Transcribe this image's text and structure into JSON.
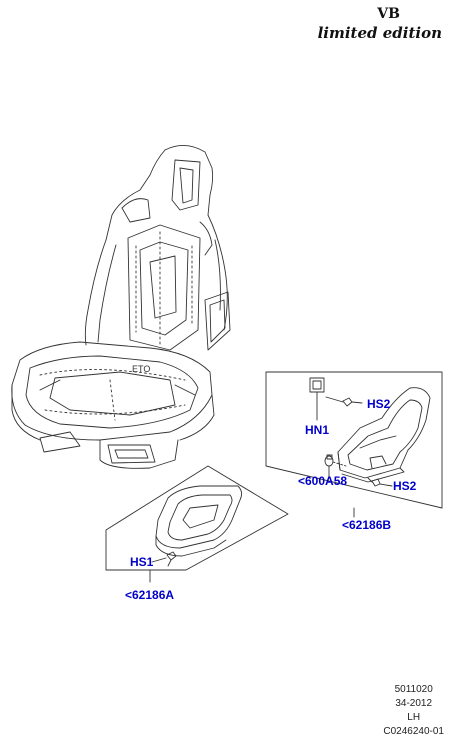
{
  "header": {
    "model": "VB",
    "edition": "limited edition"
  },
  "colors": {
    "callout_blue": "#0000cc",
    "callout_black": "#111111",
    "line": "#222222"
  },
  "callouts": {
    "hs2_top": "HS2",
    "hn1": "HN1",
    "ref_600a58": "<600A58",
    "hs2_bottom": "HS2",
    "ref_62186b": "<62186B",
    "hs1": "HS1",
    "ref_62186a": "<62186A"
  },
  "seat_stamp": "ETO",
  "footer": {
    "line1": "5011020",
    "line2": "34-2012",
    "line3": "LH",
    "line4": "C0246240-01"
  }
}
